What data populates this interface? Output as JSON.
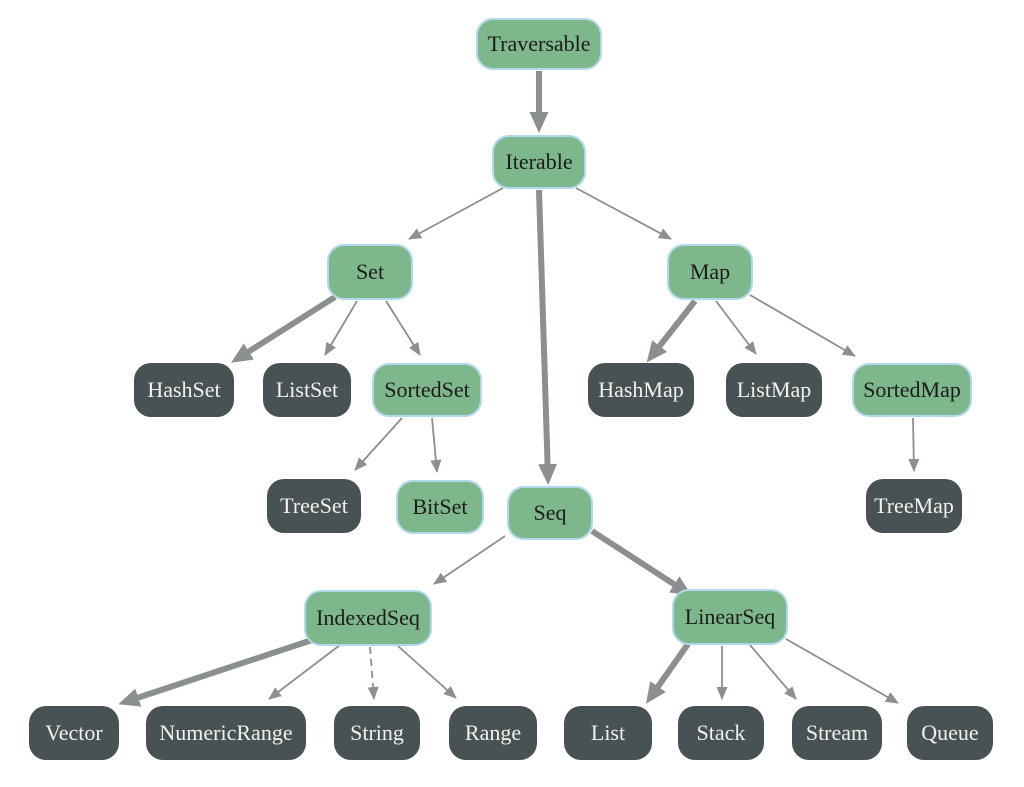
{
  "diagram": {
    "description": "Inheritance hierarchy diagram of collection types",
    "colors": {
      "background": "#ffffff",
      "trait_fill": "#7eb78c",
      "trait_border": "#b2d9eb",
      "trait_text": "#1c1c1a",
      "class_fill": "#485254",
      "class_text": "#f2f1ed",
      "edge": "#8b8f8f"
    },
    "nodes": {
      "traversable": {
        "label": "Traversable",
        "kind": "trait"
      },
      "iterable": {
        "label": "Iterable",
        "kind": "trait"
      },
      "set": {
        "label": "Set",
        "kind": "trait"
      },
      "map": {
        "label": "Map",
        "kind": "trait"
      },
      "hashset": {
        "label": "HashSet",
        "kind": "class"
      },
      "listset": {
        "label": "ListSet",
        "kind": "class"
      },
      "sortedset": {
        "label": "SortedSet",
        "kind": "trait"
      },
      "hashmap": {
        "label": "HashMap",
        "kind": "class"
      },
      "listmap": {
        "label": "ListMap",
        "kind": "class"
      },
      "sortedmap": {
        "label": "SortedMap",
        "kind": "trait"
      },
      "treeset": {
        "label": "TreeSet",
        "kind": "class"
      },
      "bitset": {
        "label": "BitSet",
        "kind": "trait"
      },
      "seq": {
        "label": "Seq",
        "kind": "trait"
      },
      "treemap": {
        "label": "TreeMap",
        "kind": "class"
      },
      "indexedseq": {
        "label": "IndexedSeq",
        "kind": "trait"
      },
      "linearseq": {
        "label": "LinearSeq",
        "kind": "trait"
      },
      "vector": {
        "label": "Vector",
        "kind": "class"
      },
      "numericrange": {
        "label": "NumericRange",
        "kind": "class"
      },
      "string": {
        "label": "String",
        "kind": "class"
      },
      "range": {
        "label": "Range",
        "kind": "class"
      },
      "list": {
        "label": "List",
        "kind": "class"
      },
      "stack": {
        "label": "Stack",
        "kind": "class"
      },
      "stream": {
        "label": "Stream",
        "kind": "class"
      },
      "queue": {
        "label": "Queue",
        "kind": "class"
      }
    },
    "edges": [
      {
        "from": "Traversable",
        "to": "Iterable",
        "weight": "thick",
        "style": "solid"
      },
      {
        "from": "Iterable",
        "to": "Set",
        "weight": "thin",
        "style": "solid"
      },
      {
        "from": "Iterable",
        "to": "Map",
        "weight": "thin",
        "style": "solid"
      },
      {
        "from": "Iterable",
        "to": "Seq",
        "weight": "thick",
        "style": "solid"
      },
      {
        "from": "Set",
        "to": "HashSet",
        "weight": "thick",
        "style": "solid"
      },
      {
        "from": "Set",
        "to": "ListSet",
        "weight": "thin",
        "style": "solid"
      },
      {
        "from": "Set",
        "to": "SortedSet",
        "weight": "thin",
        "style": "solid"
      },
      {
        "from": "SortedSet",
        "to": "TreeSet",
        "weight": "thin",
        "style": "solid"
      },
      {
        "from": "SortedSet",
        "to": "BitSet",
        "weight": "thin",
        "style": "solid"
      },
      {
        "from": "Map",
        "to": "HashMap",
        "weight": "thick",
        "style": "solid"
      },
      {
        "from": "Map",
        "to": "ListMap",
        "weight": "thin",
        "style": "solid"
      },
      {
        "from": "Map",
        "to": "SortedMap",
        "weight": "thin",
        "style": "solid"
      },
      {
        "from": "SortedMap",
        "to": "TreeMap",
        "weight": "thin",
        "style": "solid"
      },
      {
        "from": "Seq",
        "to": "IndexedSeq",
        "weight": "thin",
        "style": "solid"
      },
      {
        "from": "Seq",
        "to": "LinearSeq",
        "weight": "thick",
        "style": "solid"
      },
      {
        "from": "IndexedSeq",
        "to": "Vector",
        "weight": "thick",
        "style": "solid"
      },
      {
        "from": "IndexedSeq",
        "to": "NumericRange",
        "weight": "thin",
        "style": "solid"
      },
      {
        "from": "IndexedSeq",
        "to": "String",
        "weight": "thin",
        "style": "dashed"
      },
      {
        "from": "IndexedSeq",
        "to": "Range",
        "weight": "thin",
        "style": "solid"
      },
      {
        "from": "LinearSeq",
        "to": "List",
        "weight": "thick",
        "style": "solid"
      },
      {
        "from": "LinearSeq",
        "to": "Stack",
        "weight": "thin",
        "style": "solid"
      },
      {
        "from": "LinearSeq",
        "to": "Stream",
        "weight": "thin",
        "style": "solid"
      },
      {
        "from": "LinearSeq",
        "to": "Queue",
        "weight": "thin",
        "style": "solid"
      }
    ]
  }
}
